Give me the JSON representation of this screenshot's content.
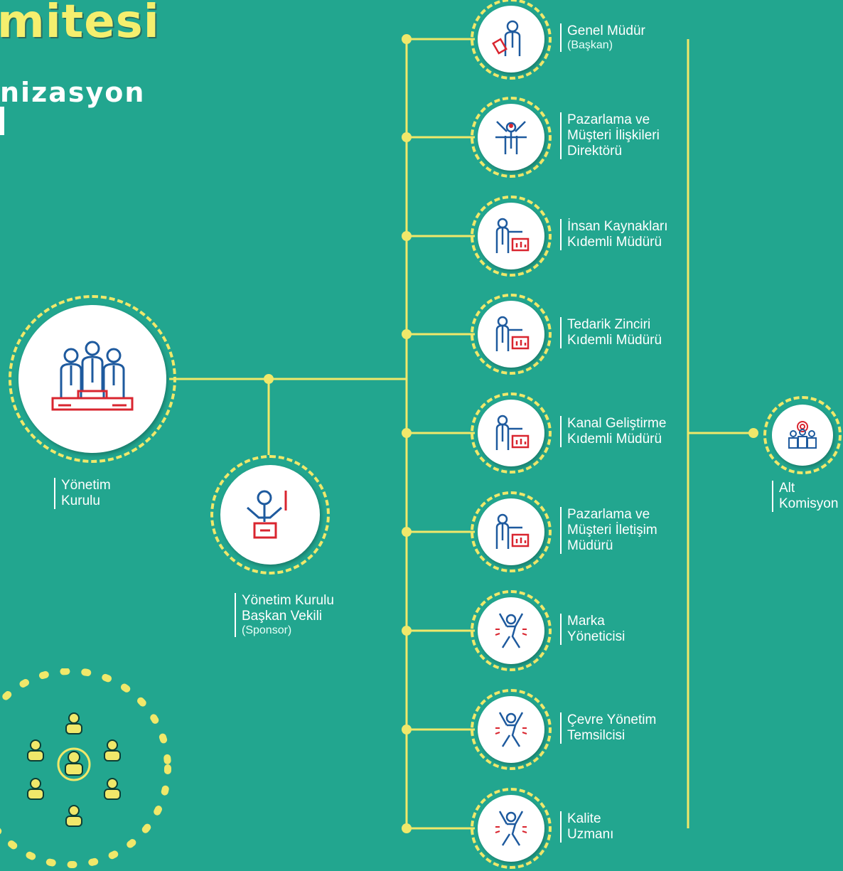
{
  "header": {
    "title": "mitesi",
    "subtitle": "nizasyon"
  },
  "colors": {
    "background": "#22a68f",
    "accent": "#f0e86a",
    "icon_blue": "#1e5a9e",
    "icon_red": "#d9252f"
  },
  "root": {
    "label_line1": "Yönetim",
    "label_line2": "Kurulu",
    "icon": "board-of-directors-icon"
  },
  "sponsor": {
    "label_line1": "Yönetim Kurulu",
    "label_line2": "Başkan Vekili",
    "label_sub": "(Sponsor)",
    "icon": "speaker-podium-icon"
  },
  "members": [
    {
      "lines": [
        "Genel Müdür"
      ],
      "sub": "(Başkan)",
      "icon": "manager-icon"
    },
    {
      "lines": [
        "Pazarlama ve",
        "Müşteri İlişkileri",
        "Direktörü"
      ],
      "sub": "",
      "icon": "director-icon"
    },
    {
      "lines": [
        "İnsan Kaynakları",
        "Kıdemli Müdürü"
      ],
      "sub": "",
      "icon": "presenter-chart-icon"
    },
    {
      "lines": [
        "Tedarik Zinciri",
        "Kıdemli Müdürü"
      ],
      "sub": "",
      "icon": "presenter-chart-icon"
    },
    {
      "lines": [
        "Kanal Geliştirme",
        "Kıdemli Müdürü"
      ],
      "sub": "",
      "icon": "presenter-chart-icon"
    },
    {
      "lines": [
        "Pazarlama ve",
        "Müşteri İletişim",
        "Müdürü"
      ],
      "sub": "",
      "icon": "presenter-chart-icon"
    },
    {
      "lines": [
        "Marka",
        "Yöneticisi"
      ],
      "sub": "",
      "icon": "cheering-person-icon"
    },
    {
      "lines": [
        "Çevre Yönetim",
        "Temsilcisi"
      ],
      "sub": "",
      "icon": "cheering-person-icon"
    },
    {
      "lines": [
        "Kalite",
        "Uzmanı"
      ],
      "sub": "",
      "icon": "cheering-person-icon"
    }
  ],
  "sub_committee": {
    "label_line1": "Alt",
    "label_line2": "Komisyon",
    "icon": "team-gear-icon"
  },
  "decor": {
    "icon": "network-people-icon"
  }
}
